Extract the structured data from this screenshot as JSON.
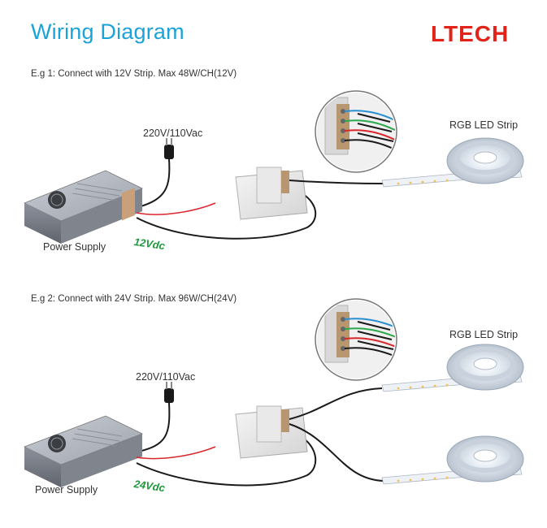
{
  "header": {
    "title": "Wiring Diagram",
    "brand": "LTECH",
    "brand_color": "#e2231a",
    "title_color": "#1aa3d8"
  },
  "examples": [
    {
      "caption": "E.g 1: Connect with 12V Strip. Max 48W/CH(12V)",
      "mains_label": "220V/110Vac",
      "power_supply_label": "Power Supply",
      "voltage_label": "12Vdc",
      "strip_label": "RGB LED Strip",
      "strip_count": 1
    },
    {
      "caption": "E.g 2: Connect with 24V Strip. Max 96W/CH(24V)",
      "mains_label": "220V/110Vac",
      "power_supply_label": "Power Supply",
      "voltage_label": "24Vdc",
      "strip_label": "RGB LED Strip",
      "strip_count": 2
    }
  ],
  "colors": {
    "voltage": "#1e9a3c",
    "wire": "#1a1a1a",
    "wire_red": "#d9262b",
    "wire_green": "#2aa84a",
    "wire_blue": "#2a8fd0"
  }
}
